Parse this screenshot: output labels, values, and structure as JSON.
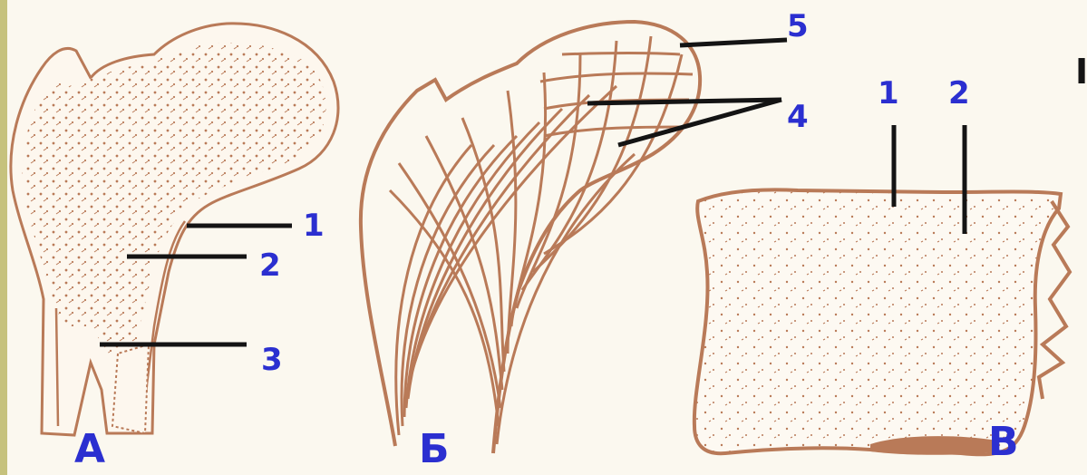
{
  "colors": {
    "background": "#fbf8ef",
    "left_strip": "#c6c27d",
    "bone": "#b97a58",
    "label": "#2b2fd0",
    "leader": "#141414"
  },
  "figures": {
    "a": {
      "letter": "A",
      "labels": [
        "1",
        "2",
        "3"
      ]
    },
    "b": {
      "letter": "Б",
      "labels": [
        "5",
        "4"
      ]
    },
    "c": {
      "letter": "В",
      "labels": [
        "1",
        "2"
      ]
    }
  },
  "edge_char": "I"
}
